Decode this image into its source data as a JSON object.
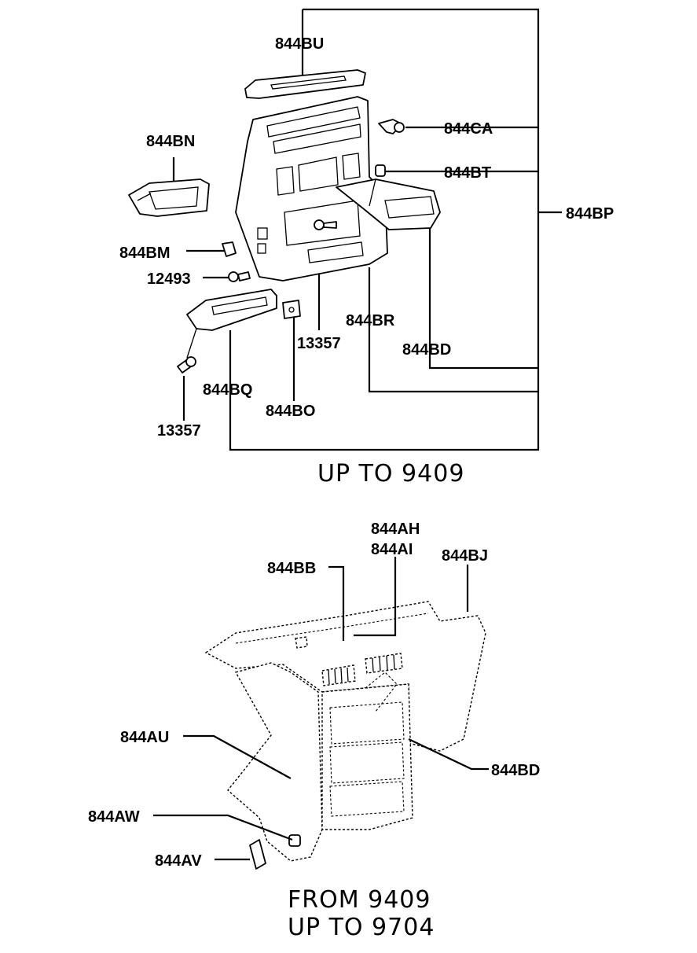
{
  "section_top": {
    "caption": "UP TO 9409",
    "labels": {
      "bu": "844BU",
      "ca": "844CA",
      "bt": "844BT",
      "bp": "844BP",
      "bn": "844BN",
      "bm": "844BM",
      "n12493": "12493",
      "n13357a": "13357",
      "br": "844BR",
      "bd": "844BD",
      "bq": "844BQ",
      "bo": "844BO",
      "n13357b": "13357"
    }
  },
  "section_bottom": {
    "caption_line1": "FROM 9409",
    "caption_line2": "UP TO 9704",
    "labels": {
      "ah": "844AH",
      "ai": "844AI",
      "bb": "844BB",
      "bj": "844BJ",
      "au": "844AU",
      "bd": "844BD",
      "aw": "844AW",
      "av": "844AV"
    }
  }
}
